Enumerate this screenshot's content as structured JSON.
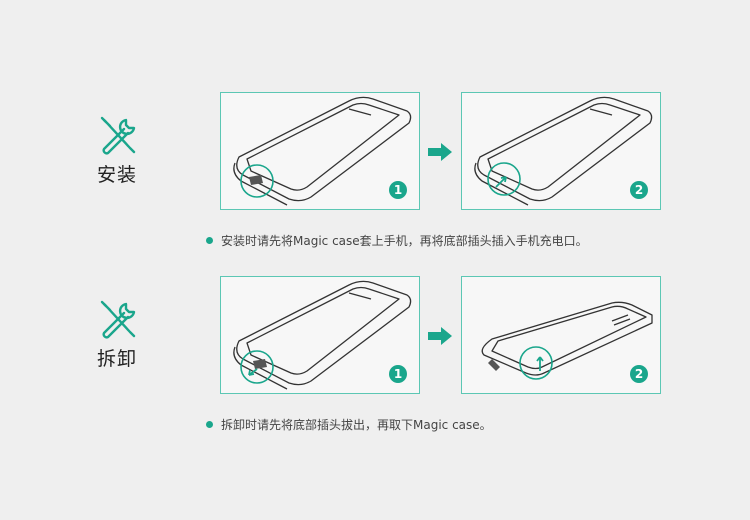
{
  "colors": {
    "accent": "#1aa68c",
    "panel_border": "#5cc7b4",
    "background": "#efefef"
  },
  "install": {
    "label": "安装",
    "icon": "wrench-screwdriver-icon",
    "steps": [
      {
        "number": "1"
      },
      {
        "number": "2"
      }
    ],
    "note": "安装时请先将Magic case套上手机，再将底部插头插入手机充电口。"
  },
  "remove": {
    "label": "拆卸",
    "icon": "wrench-screwdriver-icon",
    "steps": [
      {
        "number": "1"
      },
      {
        "number": "2"
      }
    ],
    "note": "拆卸时请先将底部插头拔出，再取下Magic case。"
  }
}
